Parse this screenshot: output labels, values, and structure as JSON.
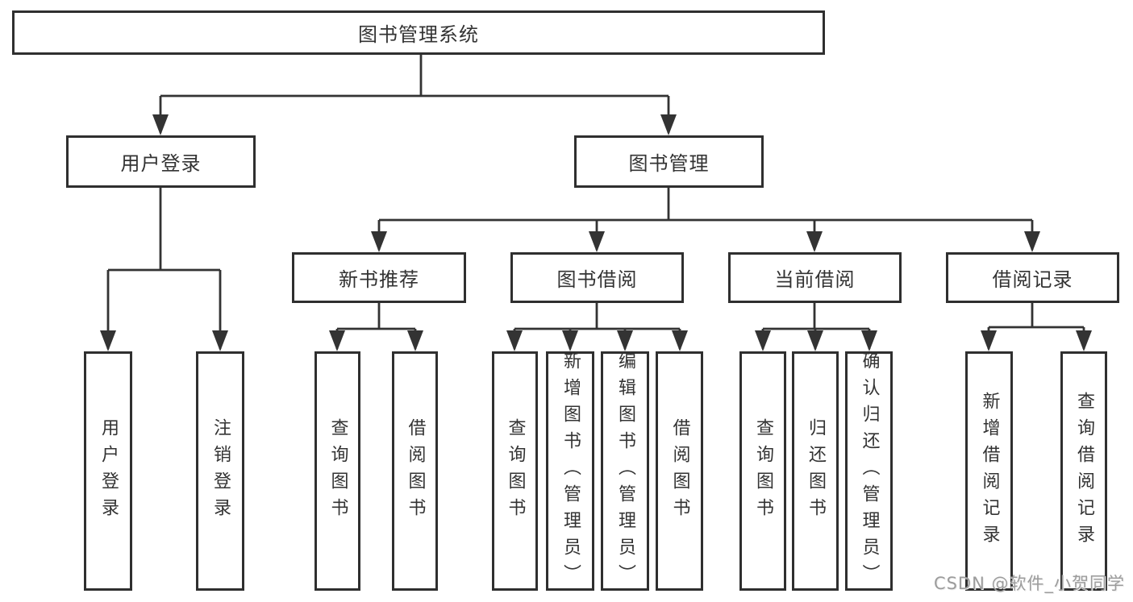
{
  "diagram": {
    "root": "图书管理系统",
    "level2": [
      "用户登录",
      "图书管理"
    ],
    "level3": [
      "新书推荐",
      "图书借阅",
      "当前借阅",
      "借阅记录"
    ],
    "leaves": {
      "user_login": [
        "用户登录",
        "注销登录"
      ],
      "new_book_recommend": [
        "查询图书",
        "借阅图书"
      ],
      "book_borrow": [
        "查询图书",
        "新增图书（管理员）",
        "编辑图书（管理员）",
        "借阅图书"
      ],
      "current_borrow": [
        "查询图书",
        "归还图书",
        "确认归还（管理员）"
      ],
      "borrow_record": [
        "新增借阅记录",
        "查询借阅记录"
      ]
    }
  },
  "watermark": {
    "text": "CSDN @软件_小贺同学"
  },
  "colors": {
    "line": "#333333",
    "border": "#2f2f2f",
    "text": "#333333",
    "watermark": "#9c9c9c",
    "background": "#ffffff"
  }
}
